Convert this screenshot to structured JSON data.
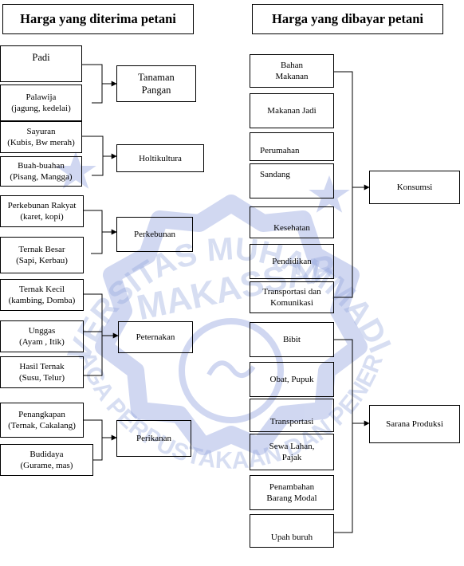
{
  "titles": {
    "left": "Harga yang diterima petani",
    "right": "Harga yang dibayar petani"
  },
  "left_items": {
    "padi": "Padi",
    "palawija": [
      "Palawija",
      "(jagung, kedelai)"
    ],
    "sayuran": [
      "Sayuran",
      "(Kubis, Bw merah)"
    ],
    "buah": [
      "Buah-buahan",
      "(Pisang, Mangga)"
    ],
    "perkebunan_rakyat": [
      "Perkebunan Rakyat",
      "(karet, kopi)"
    ],
    "ternak_besar": [
      "Ternak Besar",
      "(Sapi, Kerbau)"
    ],
    "ternak_kecil": [
      "Ternak Kecil",
      "(kambing, Domba)"
    ],
    "unggas": [
      "Unggas",
      "(Ayam , Itik)"
    ],
    "hasil_ternak": [
      "Hasil Ternak",
      "(Susu, Telur)"
    ],
    "penangkapan": [
      "Penangkapan",
      "(Ternak, Cakalang)"
    ],
    "budidaya": [
      "Budidaya",
      "(Gurame, mas)"
    ]
  },
  "left_groups": {
    "tanaman_pangan": [
      "Tanaman",
      "Pangan"
    ],
    "holtikultura": "Holtikultura",
    "perkebunan": "Perkebunan",
    "peternakan": "Peternakan",
    "perikanan": "Perikanan"
  },
  "right_items": {
    "bahan_makanan": [
      "Bahan",
      "Makanan"
    ],
    "makanan_jadi": "Makanan Jadi",
    "perumahan": "Perumahan",
    "sandang": "Sandang",
    "kesehatan": "Kesehatan",
    "pendidikan": "Pendidikan",
    "transportasi_komunikasi": [
      "Transportasi dan",
      "Komunikasi"
    ],
    "bibit": "Bibit",
    "obat_pupuk": "Obat, Pupuk",
    "transportasi": "Transportasi",
    "sewa_lahan": [
      "Sewa Lahan,",
      "Pajak"
    ],
    "penambahan": [
      "Penambahan",
      "Barang Modal"
    ],
    "upah_buruh": "Upah buruh"
  },
  "right_groups": {
    "konsumsi": "Konsumsi",
    "sarana_produksi": "Sarana Produksi"
  },
  "watermark": {
    "text_top": "UNIVERSITAS MUHAMMADIYAH",
    "text_mid": "MAKASSAR",
    "text_bottom": "LEMBAGA PERPUSTAKAAN DAN PENERBITAN",
    "color": "#8fa3dc"
  }
}
